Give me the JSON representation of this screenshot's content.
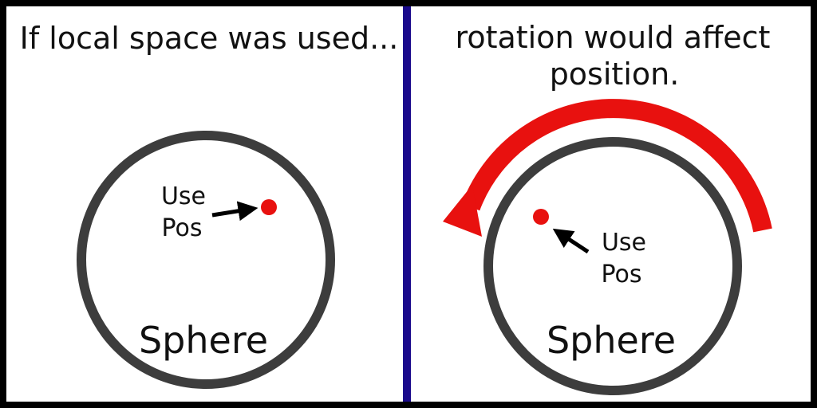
{
  "colors": {
    "background": "#ffffff",
    "frame": "#000000",
    "divider": "#1a0a8c",
    "sphere_ring": "#3d3d3d",
    "point": "#e8110f",
    "rotation_arrow": "#e8110f",
    "pointer_arrow": "#000000"
  },
  "left_panel": {
    "caption": "If local space was used...",
    "sphere_label": "Sphere",
    "point_label_line1": "Use",
    "point_label_line2": "Pos"
  },
  "right_panel": {
    "caption_line1": "rotation would affect",
    "caption_line2": "position.",
    "sphere_label": "Sphere",
    "point_label_line1": "Use",
    "point_label_line2": "Pos",
    "rotation_arrow_icon": "counterclockwise-arrow-icon"
  }
}
